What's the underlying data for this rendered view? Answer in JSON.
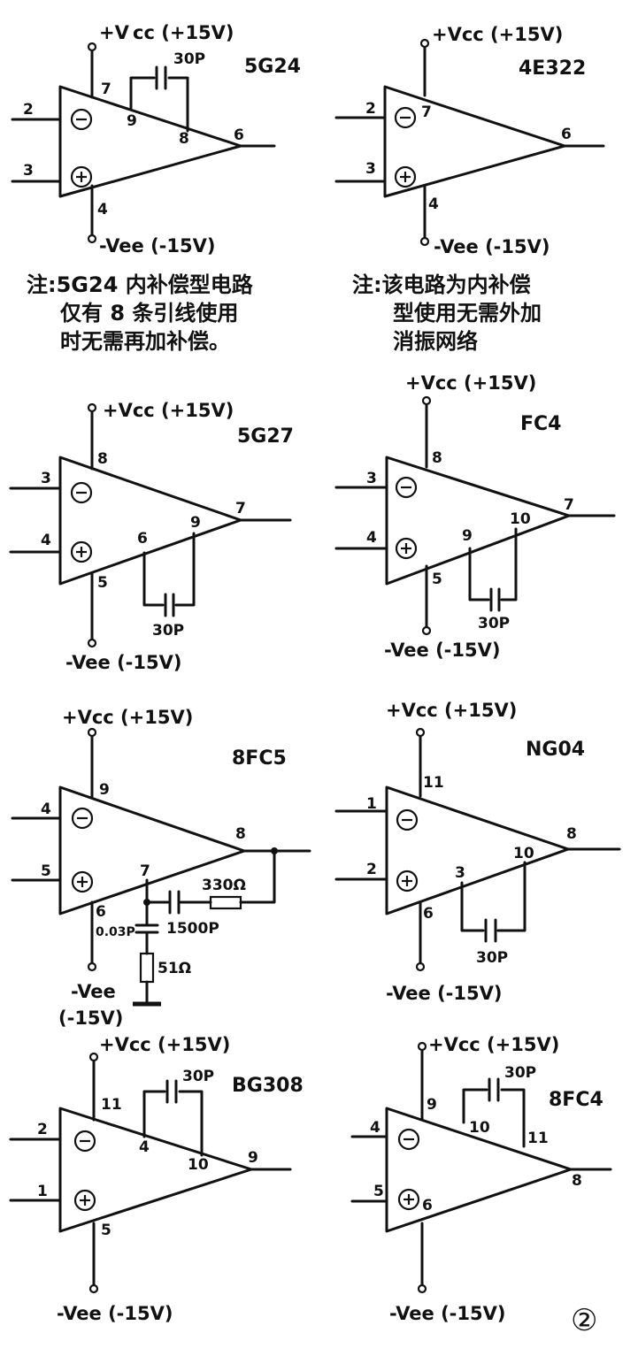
{
  "figure_number": "②",
  "circuits": [
    {
      "model": "5G24",
      "vcc": "+V cc (+15V)",
      "vee": "-Vee (-15V)",
      "pins": {
        "inv": "2",
        "noninv": "3",
        "vcc": "7",
        "vee": "4",
        "out": "6",
        "comp_a": "9",
        "comp_b": "8"
      },
      "comp_label": "30P",
      "note": [
        "注:5G24 内补偿型电路",
        "仅有 8 条引线使用",
        "时无需再加补偿。"
      ]
    },
    {
      "model": "4E322",
      "vcc": "+Vcc (+15V)",
      "vee": "-Vee (-15V)",
      "pins": {
        "inv": "2",
        "noninv": "3",
        "vcc": "7",
        "vee": "4",
        "out": "6"
      },
      "note": [
        "注:该电路为内补偿",
        "型使用无需外加",
        "消振网络"
      ]
    },
    {
      "model": "5G27",
      "vcc": "+Vcc (+15V)",
      "vee": "-Vee (-15V)",
      "pins": {
        "inv": "3",
        "noninv": "4",
        "vcc": "8",
        "vee": "5",
        "out": "7",
        "comp_a": "6",
        "comp_b": "9"
      },
      "comp_label": "30P"
    },
    {
      "model": "FC4",
      "vcc": "+Vcc (+15V)",
      "vee": "-Vee (-15V)",
      "pins": {
        "inv": "3",
        "noninv": "4",
        "vcc": "8",
        "vee": "5",
        "out": "7",
        "comp_a": "9",
        "comp_b": "10"
      },
      "comp_label": "30P"
    },
    {
      "model": "8FC5",
      "vcc": "+Vcc (+15V)",
      "vee_1": "-Vee",
      "vee_2": "(-15V)",
      "pins": {
        "inv": "4",
        "noninv": "5",
        "vcc": "9",
        "vee": "6",
        "out": "8",
        "comp_a": "7"
      },
      "parts": {
        "c_series": "1500P",
        "r_series": "330Ω",
        "c_shunt": "0.03P",
        "r_shunt": "51Ω"
      }
    },
    {
      "model": "NG04",
      "vcc": "+Vcc (+15V)",
      "vee": "-Vee (-15V)",
      "pins": {
        "inv": "1",
        "noninv": "2",
        "vcc": "11",
        "vee": "6",
        "out": "8",
        "comp_a": "3",
        "comp_b": "10"
      },
      "comp_label": "30P"
    },
    {
      "model": "BG308",
      "vcc": "+Vcc (+15V)",
      "vee": "-Vee (-15V)",
      "pins": {
        "inv": "2",
        "noninv": "1",
        "vcc": "11",
        "vee": "5",
        "out": "9",
        "comp_a": "4",
        "comp_b": "10"
      },
      "comp_label": "30P"
    },
    {
      "model": "8FC4",
      "vcc": "+Vcc (+15V)",
      "vee": "-Vee (-15V)",
      "pins": {
        "inv": "4",
        "noninv": "5",
        "vcc": "9",
        "vee": "6",
        "out": "8",
        "comp_a": "10",
        "comp_b": "11"
      },
      "comp_label": "30P"
    }
  ]
}
